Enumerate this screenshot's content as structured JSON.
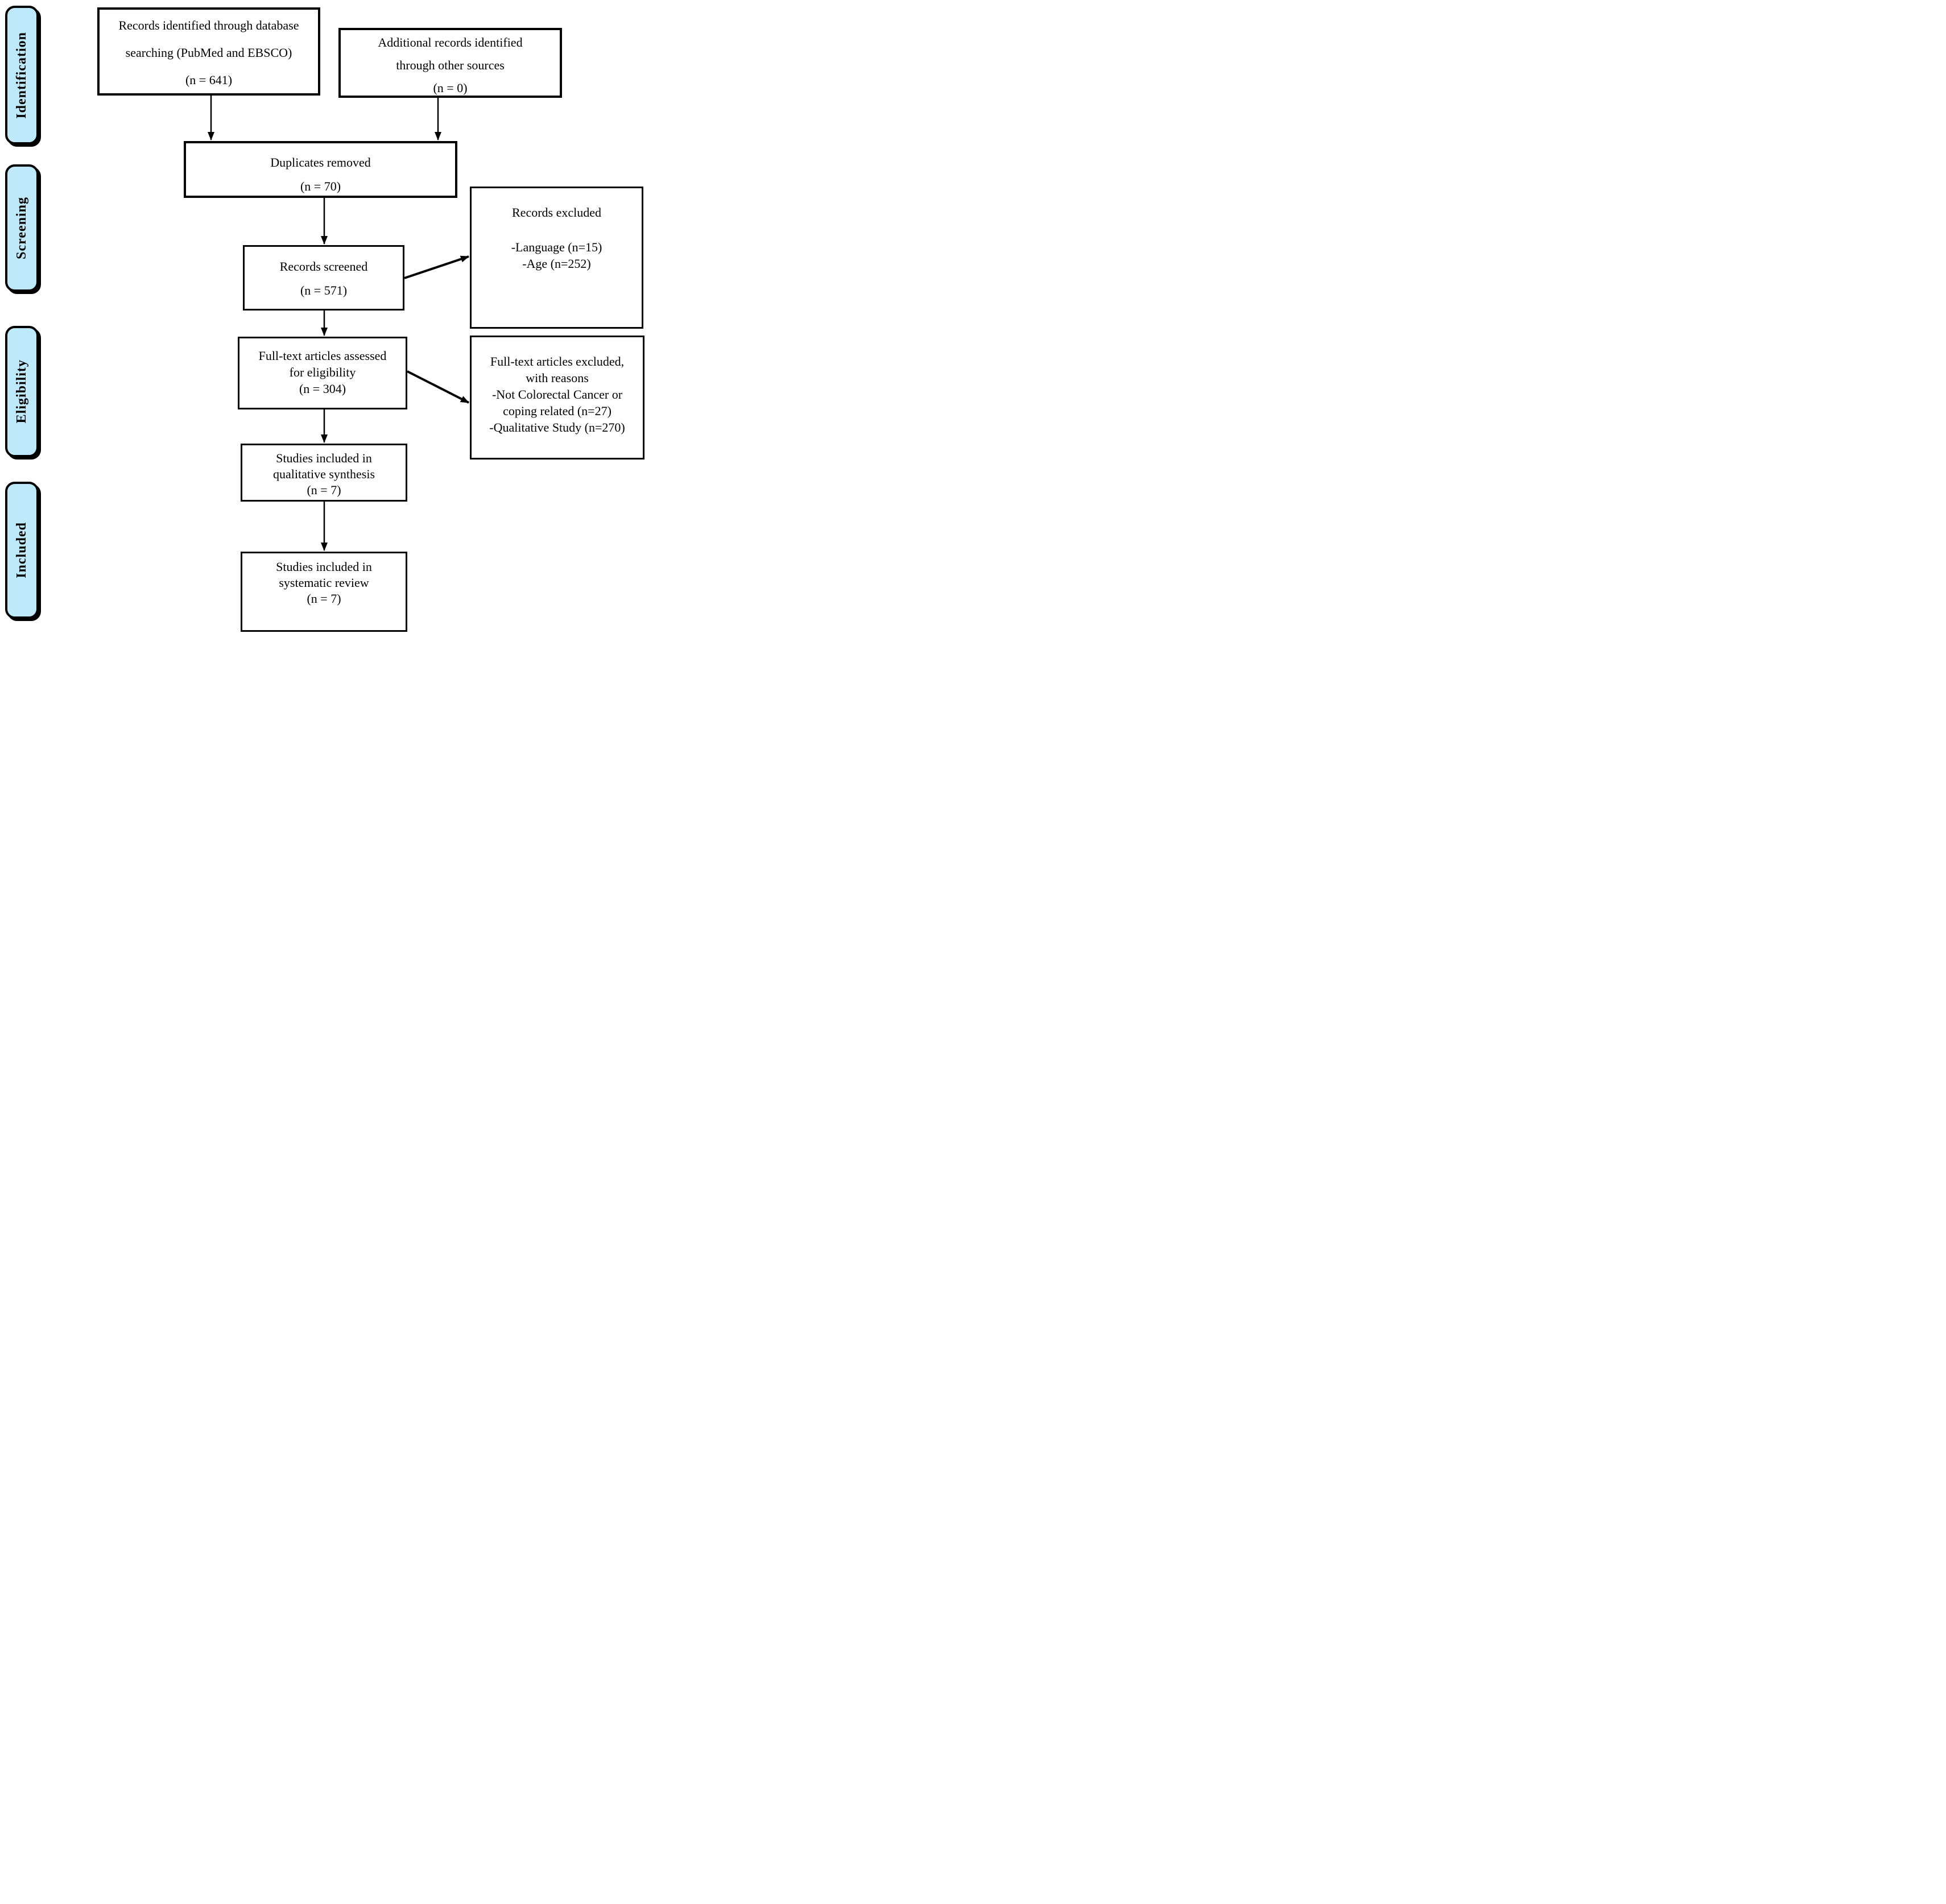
{
  "diagram": {
    "type": "PRISMA flow diagram",
    "colors": {
      "sidebar_fill": "#BEE9FA",
      "line": "#000000",
      "background": "#FFFFFF"
    },
    "sidebar": {
      "items": [
        "Identification",
        "Screening",
        "Eligibility",
        "Included"
      ]
    },
    "boxes": {
      "identified": {
        "lines": [
          "Records identified through database",
          "searching (PubMed and EBSCO)",
          "(n = 641)"
        ]
      },
      "additional": {
        "lines": [
          "Additional records identified",
          "through other sources",
          "(n = 0)"
        ]
      },
      "duplicates": {
        "lines": [
          "Duplicates removed",
          "(n = 70)"
        ]
      },
      "screened": {
        "lines": [
          "Records screened",
          "(n = 571)"
        ]
      },
      "records_excluded": {
        "title": "Records excluded",
        "reasons": [
          "-Language (n=15)",
          "-Age (n=252)"
        ]
      },
      "fulltext_assessed": {
        "lines": [
          "Full-text articles assessed",
          "for eligibility",
          "(n = 304)"
        ]
      },
      "fulltext_excluded": {
        "lines": [
          "Full-text articles excluded,",
          "with reasons",
          "-Not Colorectal Cancer or",
          "coping related (n=27)",
          "-Qualitative Study (n=270)"
        ]
      },
      "qualitative_synthesis": {
        "lines": [
          "Studies included in",
          "qualitative synthesis",
          "(n = 7)"
        ]
      },
      "systematic_review": {
        "lines": [
          "Studies included in",
          "systematic review",
          "(n = 7)"
        ]
      }
    }
  }
}
